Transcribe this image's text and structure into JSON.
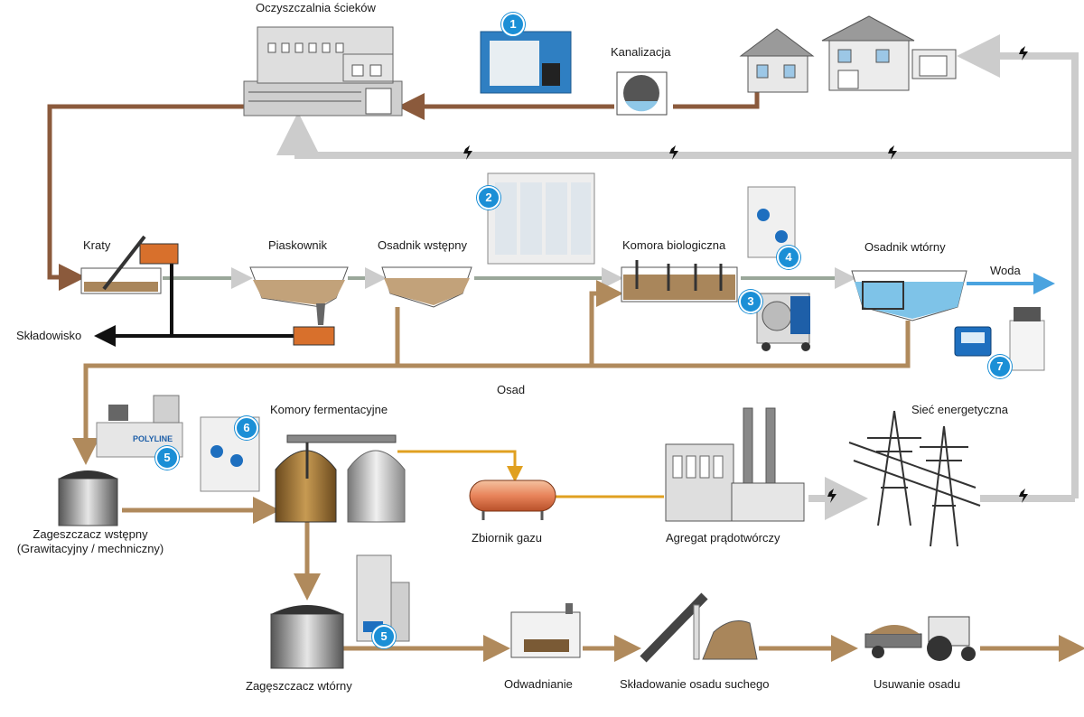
{
  "labels": {
    "plant": "Oczyszczalnia ścieków",
    "sewer": "Kanalizacja",
    "screens": "Kraty",
    "grit": "Piaskownik",
    "primary": "Osadnik wstępny",
    "bio": "Komora biologiczna",
    "secondary": "Osadnik wtórny",
    "water": "Woda",
    "landfill": "Składowisko",
    "sludge": "Osad",
    "digesters": "Komory fermentacyjne",
    "grid": "Sieć energetyczna",
    "pre_thickener_1": "Zageszczacz wstępny",
    "pre_thickener_2": "(Grawitacyjny / mechniczny)",
    "gas_tank": "Zbiornik gazu",
    "generator": "Agregat prądotwórczy",
    "sec_thickener": "Zagęszczacz wtórny",
    "dewatering": "Odwadnianie",
    "dry_storage": "Składowanie osadu suchego",
    "removal": "Usuwanie osadu",
    "polyline_tag": "POLYLINE"
  },
  "badges": [
    "1",
    "2",
    "3",
    "4",
    "5",
    "6",
    "7",
    "5"
  ],
  "colors": {
    "sludge_flow": "#b08a5c",
    "sewage_flow": "#8b5a3c",
    "power_flow": "#cccccc",
    "water_flow": "#4aa3df",
    "gas_flow": "#e0a020",
    "badge": "#1b8fd6",
    "landfill_line": "#111111",
    "container": "#d8702c"
  }
}
